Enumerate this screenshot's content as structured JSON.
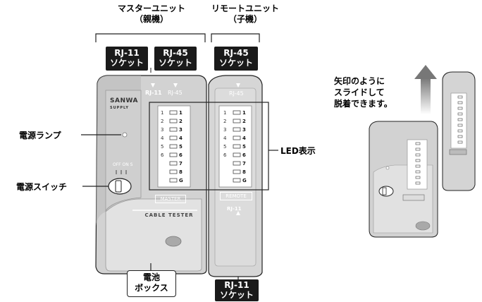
{
  "labels": {
    "master_unit": "マスターユニット",
    "master_sub": "（親機）",
    "remote_unit": "リモートユニット",
    "remote_sub": "（子機）",
    "rj11_socket_master": [
      "RJ-11",
      "ソケット"
    ],
    "rj45_socket_master": [
      "RJ-45",
      "ソケット"
    ],
    "rj45_socket_remote": [
      "RJ-45",
      "ソケット"
    ],
    "rj11_socket_remote": [
      "RJ-11",
      "ソケット"
    ],
    "power_lamp": "電源ランプ",
    "power_switch": "電源スイッチ",
    "led_display": "LED表示",
    "battery_box": [
      "電池",
      "ボックス"
    ],
    "slide_note": [
      "矢印のように",
      "スライドして",
      "脱着できます。"
    ]
  },
  "device": {
    "brand_top": "SANWA",
    "brand_bottom": "SUPPLY",
    "port_rj11": "RJ-11",
    "port_rj45": "RJ-45",
    "switch_label": "OFF ON S",
    "master_button": "MASTER",
    "cable_tester": "CABLE TESTER",
    "remote_button": "REMOTE",
    "remote_port": "RJ-11",
    "led_numbers_left": [
      "1",
      "2",
      "3",
      "4",
      "5",
      "6"
    ],
    "led_numbers_right": [
      "1",
      "2",
      "3",
      "4",
      "5",
      "6",
      "7",
      "8",
      "G"
    ]
  },
  "colors": {
    "body": "#d4d4d4",
    "body_dark": "#a9a9a9",
    "label_bg": "#1a1a1a",
    "arrow": "#8a8a8a"
  }
}
